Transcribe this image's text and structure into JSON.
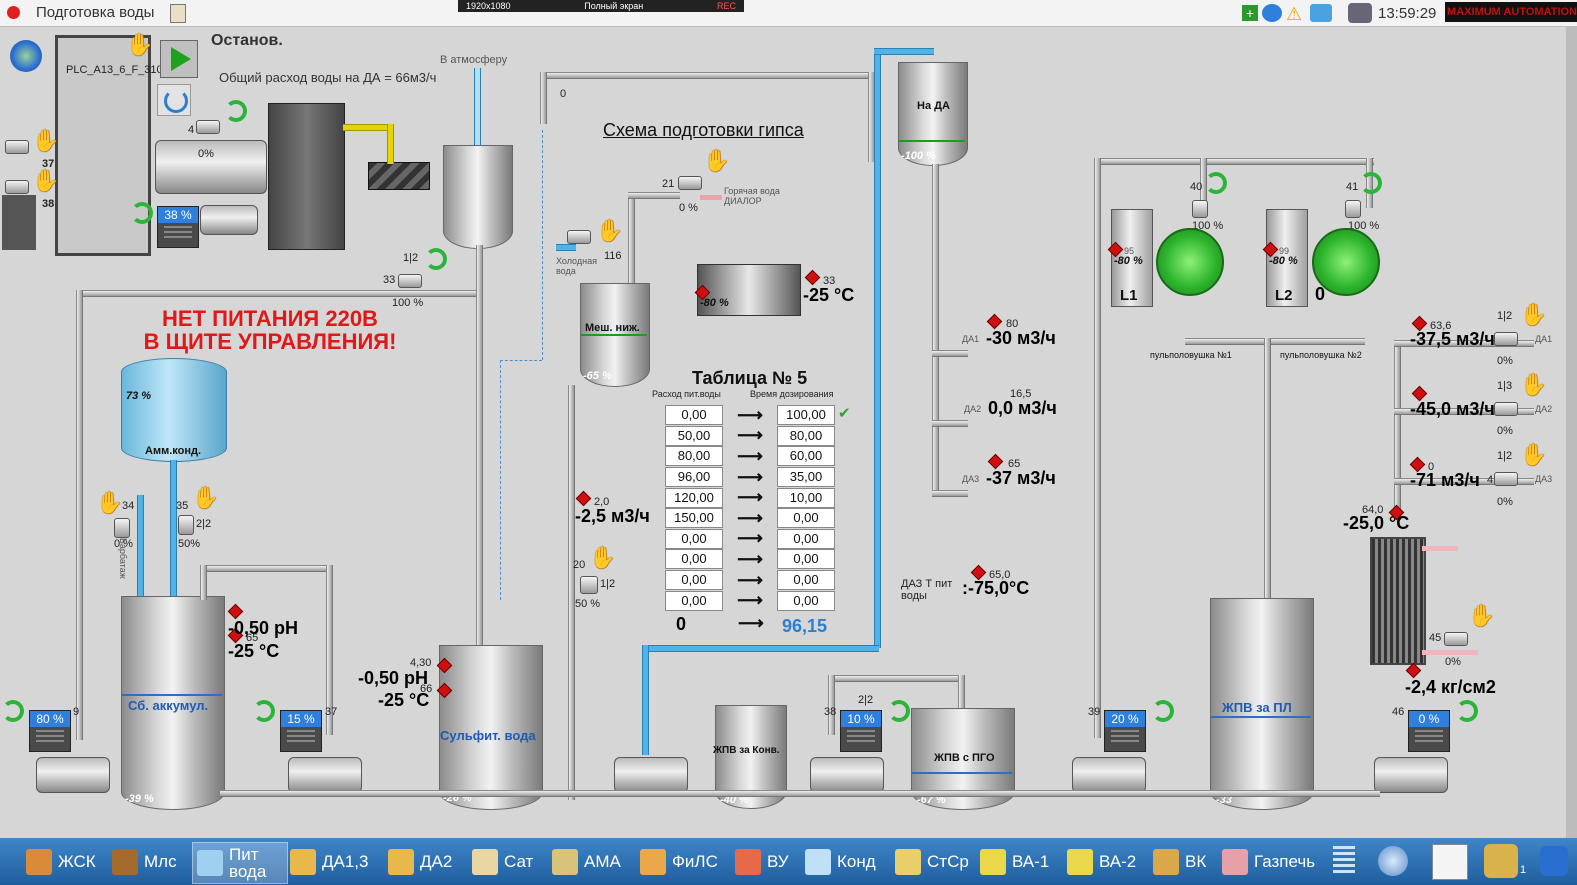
{
  "window": {
    "title": "Подготовка воды",
    "time": "13:59:29",
    "brand": "MAXIMUM AUTOMATION",
    "record_bar": {
      "res": "1920x1080",
      "mode": "Полный экран",
      "rec": "REC"
    }
  },
  "status": {
    "state": "Останов.",
    "plc": "PLC_A13_6_F_310",
    "total_flow": "Общий расход воды на ДА = 66м3/ч",
    "to_atmosphere": "В атмосферу",
    "zero": "0"
  },
  "scheme_title": "Схема подготовки гипса",
  "alarm": {
    "line1": "НЕТ ПИТАНИЯ 220В",
    "line2": "В ЩИТЕ УПРАВЛЕНИЯ!"
  },
  "tanks": {
    "na_da": {
      "label": "На ДА",
      "pct": "-100 %"
    },
    "amm": {
      "label": "Амм.конд.",
      "pct": "73 %"
    },
    "mesh": {
      "label": "Меш. ниж.",
      "pct": "-65 %"
    },
    "heater": {
      "pct": "-80 %"
    },
    "akkum": {
      "label": "Сб. аккумул.",
      "pct": "-39 %"
    },
    "sulfit": {
      "label": "Сульфит. вода",
      "pct": "-26 %"
    },
    "zhpv_konv": {
      "label": "ЖПВ за Конв.",
      "pct": "-40 %"
    },
    "zhpv_pgo": {
      "label": "ЖПВ с ПГО",
      "pct": "-67 %"
    },
    "zhpv_pl": {
      "label": "ЖПВ за ПЛ",
      "pct": "-33"
    },
    "l1": {
      "label": "L1",
      "pct": "-80 %",
      "num": "95"
    },
    "l2": {
      "label": "L2",
      "pct": "-80 %",
      "num": "99"
    }
  },
  "pumps": {
    "p37_top": "38 %",
    "p_akkum": "80 %",
    "p_37": "15 %",
    "p_38": "10 %",
    "p_39": "20 %",
    "p_46": "0 %"
  },
  "pump_nums": {
    "n9": "9",
    "n37": "37",
    "n38": "38",
    "n39": "39",
    "n46": "46"
  },
  "valves": {
    "v4": {
      "num": "4",
      "pct": "0%"
    },
    "v33": {
      "num": "33",
      "split": "1|2",
      "pct": "100 %"
    },
    "v21": {
      "num": "21",
      "pct": "0 %"
    },
    "v116": {
      "num": "116"
    },
    "v34": {
      "num": "34",
      "pct": "0 %"
    },
    "v35": {
      "num": "35",
      "split": "2|2",
      "pct": "50%"
    },
    "v20": {
      "num": "20",
      "split": "1|2",
      "pct": "50 %"
    },
    "v40": {
      "num": "40",
      "pct": "100 %"
    },
    "v41": {
      "num": "41",
      "pct": "100 %"
    },
    "v45": {
      "num": "45",
      "pct": "0%"
    },
    "v37": {
      "num": "37"
    },
    "v38": {
      "num": "38"
    },
    "da1v": {
      "split": "1|2",
      "pct": "0%"
    },
    "da2v": {
      "split": "1|3",
      "pct": "0%"
    },
    "da3v": {
      "split": "1|2",
      "pct": "0%"
    },
    "v22": {
      "split": "2|2"
    }
  },
  "labels": {
    "hot_water": "Горячая вода ДИАЛОР",
    "cold_water": "Холодная вода",
    "barbat": "Барбатаж",
    "da1": "ДА1",
    "da2": "ДА2",
    "da3": "ДА3",
    "pulp1": "пульполовушка №1",
    "pulp2": "пульполовушка №2",
    "tpit": "ДАЗ Т пит воды"
  },
  "readings": {
    "t33": {
      "num": "33",
      "value": "-25 °C"
    },
    "f80": {
      "num": "80",
      "value": "-30 м3/ч"
    },
    "f165": {
      "num": "16,5",
      "value": "0,0 м3/ч"
    },
    "f65": {
      "num": "65",
      "value": "-37 м3/ч"
    },
    "f20": {
      "num": "2,0",
      "value": "-2,5 м3/ч"
    },
    "tpit": {
      "num": "65,0",
      "value": ":-75,0°C"
    },
    "ph1": {
      "value": "-0,50 pH",
      "num": "65",
      "temp": "-25 °C"
    },
    "ph2": {
      "num1": "4,30",
      "num2": "66",
      "value": "-0,50 pH",
      "temp": "-25 °C"
    },
    "r636": {
      "num": "63,6",
      "value": "-37,5 м3/ч"
    },
    "r13": {
      "value": "-45,0 м3/ч"
    },
    "r0": {
      "num": "0",
      "value": "-71 м3/ч",
      "extra": "4"
    },
    "t640": {
      "num": "64,0",
      "value": "-25,0 °C"
    },
    "press": {
      "value": "-2,4 кг/см2"
    },
    "l2_zero": "0"
  },
  "table5": {
    "title": "Таблица № 5",
    "col1": "Расход пит.воды",
    "col2": "Время дозирования",
    "rows": [
      [
        "0,00",
        "100,00"
      ],
      [
        "50,00",
        "80,00"
      ],
      [
        "80,00",
        "60,00"
      ],
      [
        "96,00",
        "35,00"
      ],
      [
        "120,00",
        "10,00"
      ],
      [
        "150,00",
        "0,00"
      ],
      [
        "0,00",
        "0,00"
      ],
      [
        "0,00",
        "0,00"
      ],
      [
        "0,00",
        "0,00"
      ],
      [
        "0,00",
        "0,00"
      ]
    ],
    "total_in": "0",
    "total_out": "96,15"
  },
  "taskbar": [
    {
      "label": "ЖСК"
    },
    {
      "label": "Млс"
    },
    {
      "label": "Пит вода"
    },
    {
      "label": "ДА1,3"
    },
    {
      "label": "ДА2"
    },
    {
      "label": "Сат"
    },
    {
      "label": "АМА"
    },
    {
      "label": "ФиЛС"
    },
    {
      "label": "ВУ"
    },
    {
      "label": "Конд"
    },
    {
      "label": "СтСр"
    },
    {
      "label": "ВА-1"
    },
    {
      "label": "ВА-2"
    },
    {
      "label": "ВК"
    },
    {
      "label": "Газпечь"
    }
  ],
  "taskbar_user_num": "1"
}
